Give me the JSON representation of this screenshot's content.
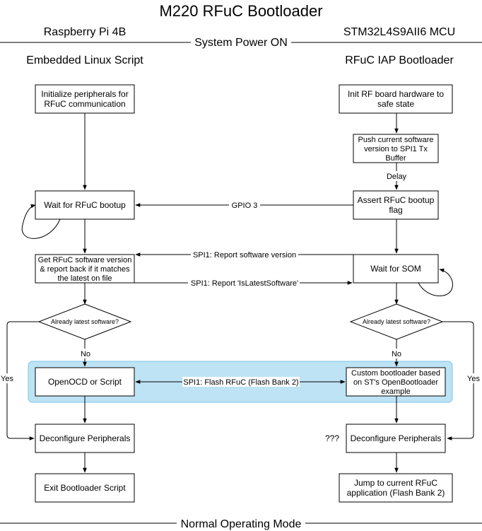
{
  "title": "M220 RFuC Bootloader",
  "headers": {
    "left_device": "Raspberry Pi 4B",
    "right_device": "STM32L4S9AII6 MCU",
    "left_column": "Embedded Linux Script",
    "right_column": "RFuC IAP Bootloader"
  },
  "phases": {
    "start": "System Power ON",
    "end": "Normal Operating Mode"
  },
  "left_nodes": {
    "init": [
      "Initialize peripherals for",
      "RFuC communication"
    ],
    "wait": [
      "Wait for RFuC bootup"
    ],
    "get_version": [
      "Get RFuC software version",
      "& report back if it matches",
      "the latest on file"
    ],
    "decision": "Already latest software?",
    "flash": [
      "OpenOCD or Script"
    ],
    "deconfig": [
      "Deconfigure Peripherals"
    ],
    "exit": [
      "Exit Bootloader Script"
    ]
  },
  "right_nodes": {
    "init": [
      "Init RF board hardware to",
      "safe state"
    ],
    "push": [
      "Push current software",
      "version to SPI1 Tx",
      "Buffer"
    ],
    "assert": [
      "Assert RFuC bootup",
      "flag"
    ],
    "wait_som": [
      "Wait for SOM"
    ],
    "decision": "Already latest software?",
    "custom": [
      "Custom bootloader based",
      "on ST's OpenBootloader",
      "example"
    ],
    "deconfig": [
      "Deconfigure Peripherals"
    ],
    "jump": [
      "Jump to current RFuC",
      "application (Flash Bank 2)"
    ]
  },
  "edge_labels": {
    "delay": "Delay",
    "gpio": "GPIO 3",
    "spi_report_version": "SPI1: Report software version",
    "spi_report_latest": "SPI1: Report 'IsLatestSoftware'",
    "spi_flash": "SPI1: Flash RFuC (Flash Bank 2)",
    "left_no": "No",
    "right_no": "No",
    "left_yes": "Yes",
    "right_yes": "Yes",
    "unknown": "???"
  },
  "colors": {
    "highlight_fill": "#bde3f5",
    "highlight_stroke": "#7fc4e6",
    "line": "#000000"
  }
}
